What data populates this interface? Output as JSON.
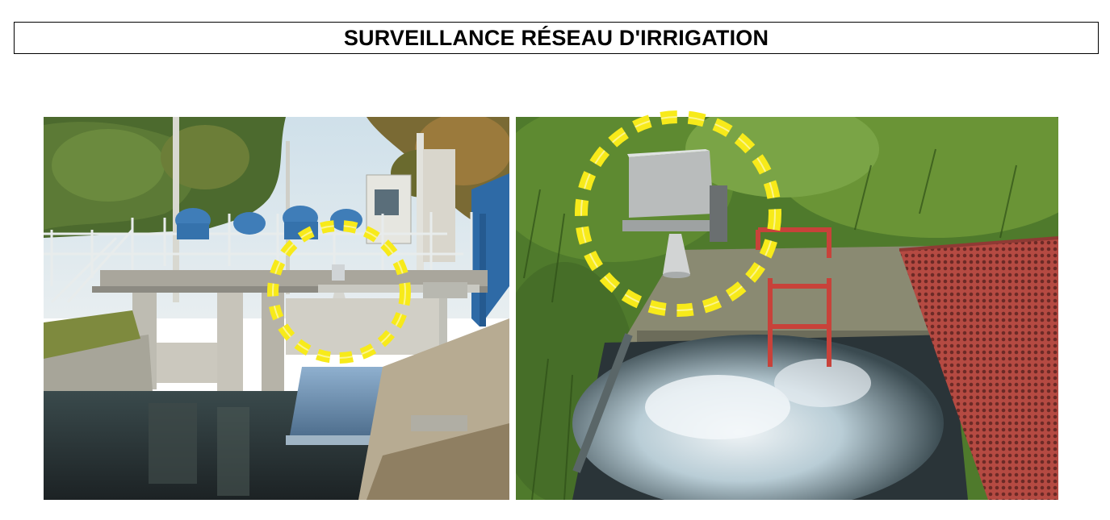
{
  "header": {
    "title": "SURVEILLANCE RÉSEAU D'IRRIGATION"
  },
  "photos": [
    {
      "subject": "irrigation-gate-sensor-left",
      "highlight": "yellow-dashed-circle"
    },
    {
      "subject": "irrigation-channel-sensor-right",
      "highlight": "yellow-dashed-circle"
    }
  ],
  "colors": {
    "highlight": "#f7ea1a",
    "title_border": "#000000"
  }
}
